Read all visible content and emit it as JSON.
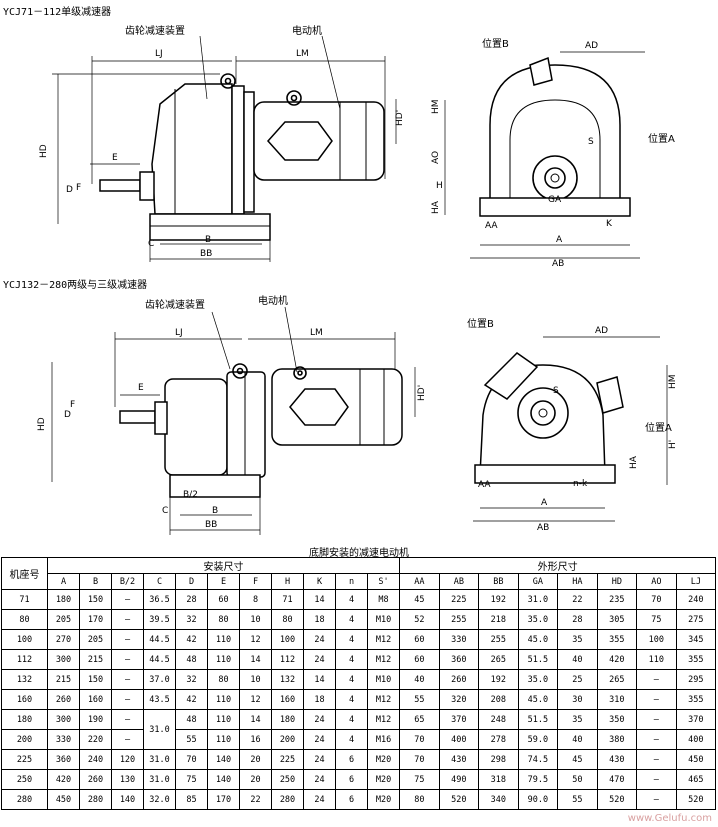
{
  "captions": {
    "fig1": "YCJ71－112单级减速器",
    "fig2": "YCJ132－280两级与三级减速器",
    "table": "底脚安装的减速电动机"
  },
  "labels": {
    "gear_unit": "齿轮减速装置",
    "motor": "电动机",
    "pos_b": "位置B",
    "pos_a": "位置A",
    "LJ": "LJ",
    "LM": "LM",
    "AD": "AD",
    "HM": "HM",
    "HD1": "HD'",
    "HD": "HD",
    "E": "E",
    "D": "D",
    "F": "F",
    "C": "C",
    "B": "B",
    "BB": "BB",
    "B2": "B/2",
    "AO": "AO",
    "H": "H",
    "HA": "HA",
    "H1": "H'",
    "AA": "AA",
    "GA": "GA",
    "S": "S",
    "K": "K",
    "nk": "n-k",
    "A": "A",
    "AB": "AB"
  },
  "table": {
    "frame_header": "机座号",
    "group_install": "安装尺寸",
    "group_outline": "外形尺寸",
    "columns": [
      "A",
      "B",
      "B/2",
      "C",
      "D",
      "E",
      "F",
      "H",
      "K",
      "n",
      "S'",
      "AA",
      "AB",
      "BB",
      "GA",
      "HA",
      "HD",
      "AO",
      "LJ"
    ],
    "rows": [
      [
        "71",
        "180",
        "150",
        "—",
        "36.5",
        "28",
        "60",
        "8",
        "71",
        "14",
        "4",
        "M8",
        "45",
        "225",
        "192",
        "31.0",
        "22",
        "235",
        "70",
        "240"
      ],
      [
        "80",
        "205",
        "170",
        "—",
        "39.5",
        "32",
        "80",
        "10",
        "80",
        "18",
        "4",
        "M10",
        "52",
        "255",
        "218",
        "35.0",
        "28",
        "305",
        "75",
        "275"
      ],
      [
        "100",
        "270",
        "205",
        "—",
        "44.5",
        "42",
        "110",
        "12",
        "100",
        "24",
        "4",
        "M12",
        "60",
        "330",
        "255",
        "45.0",
        "35",
        "355",
        "100",
        "345"
      ],
      [
        "112",
        "300",
        "215",
        "—",
        "44.5",
        "48",
        "110",
        "14",
        "112",
        "24",
        "4",
        "M12",
        "60",
        "360",
        "265",
        "51.5",
        "40",
        "420",
        "110",
        "355"
      ],
      [
        "132",
        "215",
        "150",
        "—",
        "37.0",
        "32",
        "80",
        "10",
        "132",
        "14",
        "4",
        "M10",
        "40",
        "260",
        "192",
        "35.0",
        "25",
        "265",
        "—",
        "295"
      ],
      [
        "160",
        "260",
        "160",
        "—",
        "43.5",
        "42",
        "110",
        "12",
        "160",
        "18",
        "4",
        "M12",
        "55",
        "320",
        "208",
        "45.0",
        "30",
        "310",
        "—",
        "355"
      ],
      [
        "180",
        "300",
        "190",
        "—",
        "31.0",
        "48",
        "110",
        "14",
        "180",
        "24",
        "4",
        "M12",
        "65",
        "370",
        "248",
        "51.5",
        "35",
        "350",
        "—",
        "370"
      ],
      [
        "200",
        "330",
        "220",
        "—",
        "",
        "55",
        "110",
        "16",
        "200",
        "24",
        "4",
        "M16",
        "70",
        "400",
        "278",
        "59.0",
        "40",
        "380",
        "—",
        "400"
      ],
      [
        "225",
        "360",
        "240",
        "120",
        "31.0",
        "70",
        "140",
        "20",
        "225",
        "24",
        "6",
        "M20",
        "70",
        "430",
        "298",
        "74.5",
        "45",
        "430",
        "—",
        "450"
      ],
      [
        "250",
        "420",
        "260",
        "130",
        "31.0",
        "75",
        "140",
        "20",
        "250",
        "24",
        "6",
        "M20",
        "75",
        "490",
        "318",
        "79.5",
        "50",
        "470",
        "—",
        "465"
      ],
      [
        "280",
        "450",
        "280",
        "140",
        "32.0",
        "85",
        "170",
        "22",
        "280",
        "24",
        "6",
        "M20",
        "80",
        "520",
        "340",
        "90.0",
        "55",
        "520",
        "—",
        "520"
      ]
    ]
  },
  "watermark": "www.Gelufu.com"
}
